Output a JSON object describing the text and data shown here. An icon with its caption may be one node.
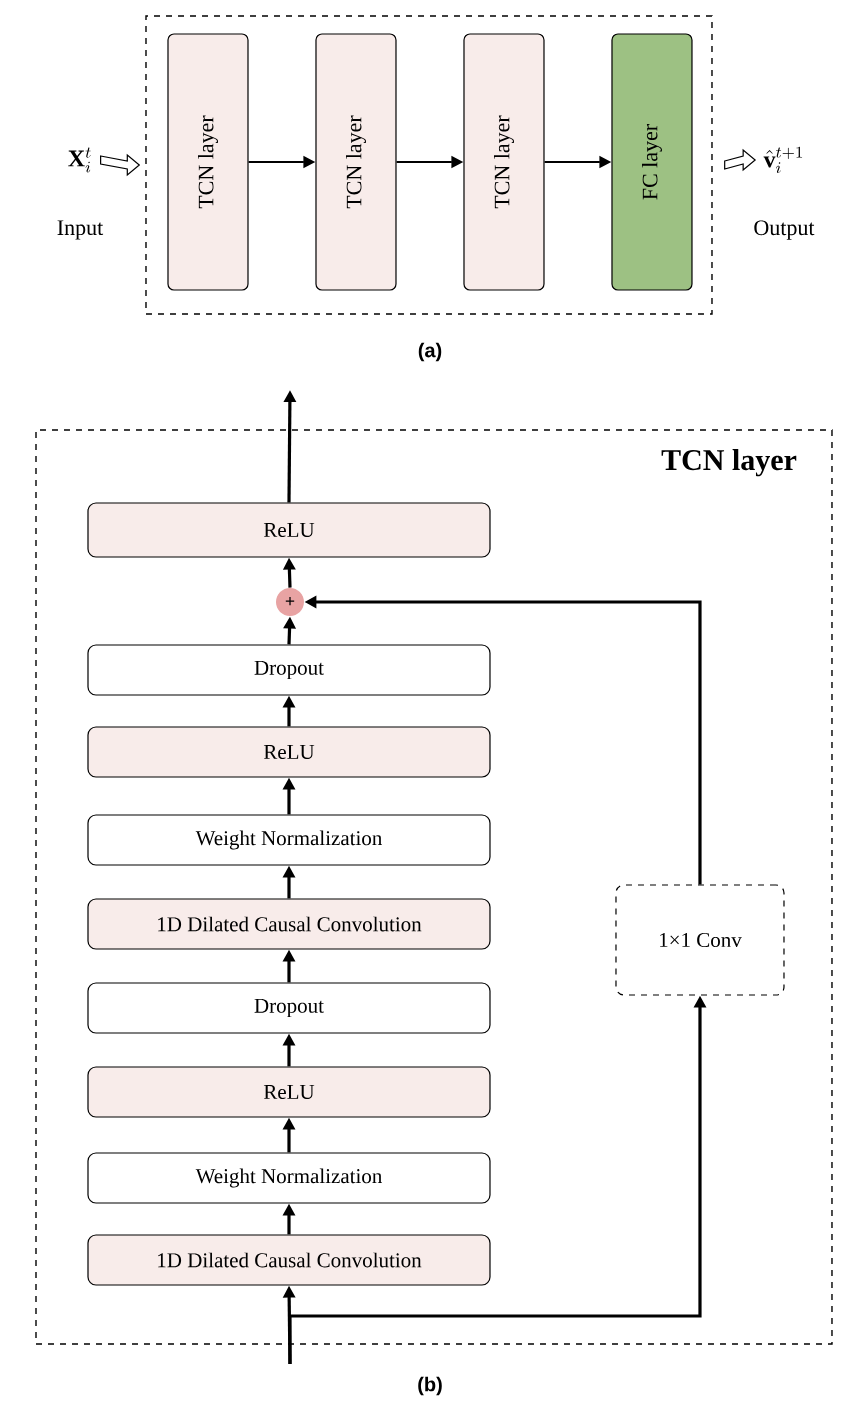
{
  "diagram": {
    "nodes": [
      {
        "text": [],
        "shape": "box"
      },
      {
        "text": [
          "\\mathbf{X}_i^t"
        ],
        "beside": [
          "Input"
        ]
      },
      {
        "text": [
          "TCN layer"
        ],
        "in": 0
      },
      {
        "text": [
          "TCN layer"
        ],
        "in": 0
      },
      {
        "text": [
          "TCN layer"
        ],
        "in": 0
      },
      {
        "text": [
          "FC layer"
        ],
        "in": 0
      },
      {
        "text": [
          "\\hat{\\mathbf{v}}_i^{t+1}"
        ],
        "beside": [
          "Output"
        ]
      },
      {
        "text": [
          "TCN layer"
        ]
      },
      {
        "text": [
          "ReLU"
        ],
        "in": 7
      },
      {
        "text": [
          "+"
        ],
        "in": 7
      },
      {
        "text": [
          "Dropout"
        ],
        "in": 7
      },
      {
        "text": [
          "ReLU"
        ],
        "in": 7
      },
      {
        "text": [
          "Weight Normalization"
        ],
        "in": 7
      },
      {
        "text": [
          "1D Dilated Causal Convolution"
        ],
        "in": 7
      },
      {
        "text": [
          "Dropout"
        ],
        "in": 7
      },
      {
        "text": [
          "ReLU"
        ],
        "in": 7
      },
      {
        "text": [
          "Weight Normalization"
        ],
        "in": 7
      },
      {
        "text": [
          "1D Dilated Causal Convolution"
        ],
        "in": 7
      },
      {
        "text": [
          "1×1 Conv"
        ],
        "in": 7
      }
    ],
    "edges": [
      {
        "from": 1,
        "to": 0,
        "arrow": "to",
        "style": "thick"
      },
      {
        "from": 2,
        "to": 3,
        "arrow": "to"
      },
      {
        "from": 3,
        "to": 4,
        "arrow": "to"
      },
      {
        "from": 4,
        "to": 5,
        "arrow": "to"
      },
      {
        "from": 0,
        "to": 6,
        "arrow": "to",
        "style": "thick"
      },
      {
        "from": null,
        "to": 17,
        "arrow": "to"
      },
      {
        "from": null,
        "to": 18,
        "arrow": "to"
      },
      {
        "from": 17,
        "to": 16,
        "arrow": "to"
      },
      {
        "from": 16,
        "to": 15,
        "arrow": "to"
      },
      {
        "from": 15,
        "to": 14,
        "arrow": "to"
      },
      {
        "from": 14,
        "to": 13,
        "arrow": "to"
      },
      {
        "from": 13,
        "to": 12,
        "arrow": "to"
      },
      {
        "from": 12,
        "to": 11,
        "arrow": "to"
      },
      {
        "from": 11,
        "to": 10,
        "arrow": "to"
      },
      {
        "from": 10,
        "to": 9,
        "arrow": "to"
      },
      {
        "from": 18,
        "to": 9,
        "arrow": "to"
      },
      {
        "from": 9,
        "to": 8,
        "arrow": "to"
      },
      {
        "from": 8,
        "to": null,
        "arrow": "to"
      }
    ],
    "labels": [
      "(a)",
      "(b)"
    ]
  }
}
